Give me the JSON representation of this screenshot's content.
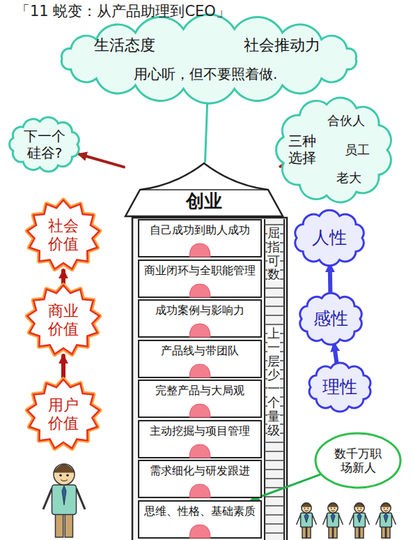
{
  "diagram": {
    "title": "「11 蜕变：从产品助理到CEO」",
    "nodes": [
      {
        "text": [
          "生活态度",
          "社会推动力",
          "用心听，但不要照着做."
        ]
      },
      {
        "text": [
          "下一个硅谷?"
        ]
      },
      {
        "text": [
          "三种选择",
          "合伙人",
          "员工",
          "老大"
        ]
      },
      {
        "text": [
          "创业"
        ]
      },
      {
        "text": [
          "自己成功到助人成功"
        ]
      },
      {
        "text": [
          "商业闭环与全职能管理"
        ]
      },
      {
        "text": [
          "成功案例与影响力"
        ]
      },
      {
        "text": [
          "产品线与带团队"
        ]
      },
      {
        "text": [
          "完整产品与大局观"
        ]
      },
      {
        "text": [
          "主动挖掘与项目管理"
        ]
      },
      {
        "text": [
          "需求细化与研发跟进"
        ]
      },
      {
        "text": [
          "思维、性格、基础素质"
        ]
      },
      {
        "text": [
          "社会价值"
        ]
      },
      {
        "text": [
          "商业价值"
        ]
      },
      {
        "text": [
          "用户价值"
        ]
      },
      {
        "text": [
          "人性"
        ]
      },
      {
        "text": [
          "感性"
        ]
      },
      {
        "text": [
          "理性"
        ]
      },
      {
        "text": [
          "数千万职场新人"
        ]
      }
    ],
    "edges": [
      {
        "from": 3,
        "to": 1,
        "arrow": "to"
      },
      {
        "from": 3,
        "to": 2,
        "arrow": "to"
      },
      {
        "from": 3,
        "to": 0,
        "arrow": "none"
      },
      {
        "from": 14,
        "to": 13,
        "arrow": "to"
      },
      {
        "from": 13,
        "to": 12,
        "arrow": "to"
      },
      {
        "from": 17,
        "to": 16,
        "arrow": "to"
      },
      {
        "from": 16,
        "to": 15,
        "arrow": "to"
      },
      {
        "from": 18,
        "to": 11,
        "arrow": "to"
      }
    ],
    "labels": [
      "屈指可数",
      "上一层少一个量级"
    ]
  }
}
